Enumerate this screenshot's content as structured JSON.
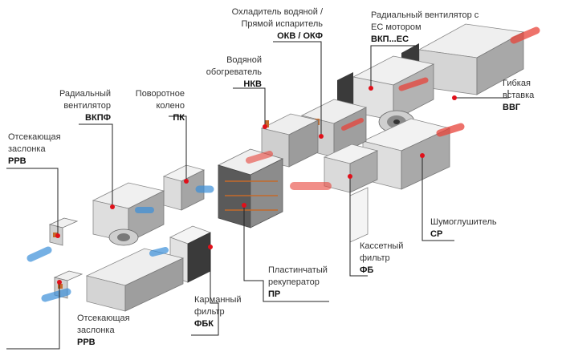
{
  "colors": {
    "airflow_warm": "#e8443a",
    "airflow_cool": "#3b8fd9",
    "marker": "#e0101a",
    "leader": "#222222",
    "duct_light": "#e4e4e4",
    "duct_shade": "#9a9a9a",
    "duct_dark": "#5a5a5a",
    "frame": "#2e2e2e"
  },
  "components": [
    {
      "key": "okv",
      "name_lines": [
        "Охладитель водяной /",
        "Прямой испаритель"
      ],
      "code": "ОКВ / ОКФ"
    },
    {
      "key": "vkp",
      "name_lines": [
        "Радиальный   вентилятор   с",
        "ЕС мотором"
      ],
      "code": "ВКП...ЕС"
    },
    {
      "key": "nkv",
      "name_lines": [
        "Водяной",
        "обогреватель"
      ],
      "code": "НКВ"
    },
    {
      "key": "vvg",
      "name_lines": [
        "Гибкая",
        "вставка"
      ],
      "code": "ВВГ"
    },
    {
      "key": "vkpf",
      "name_lines": [
        "Радиальный",
        "вентилятор"
      ],
      "code": "ВКПФ"
    },
    {
      "key": "pk",
      "name_lines": [
        "Поворотное",
        "колено"
      ],
      "code": "ПК"
    },
    {
      "key": "rrv_top",
      "name_lines": [
        "Отсекающая",
        "заслонка"
      ],
      "code": "РРВ"
    },
    {
      "key": "sp",
      "name_lines": [
        "Шумоглушитель"
      ],
      "code": "СР"
    },
    {
      "key": "fb",
      "name_lines": [
        "Кассетный",
        "фильтр"
      ],
      "code": "ФБ"
    },
    {
      "key": "pr",
      "name_lines": [
        "Пластинчатый",
        "рекуператор"
      ],
      "code": "ПР"
    },
    {
      "key": "fbk",
      "name_lines": [
        "Карманный",
        "фильтр"
      ],
      "code": "ФБК"
    },
    {
      "key": "rrv_bottom",
      "name_lines": [
        "Отсекающая",
        "заслонка"
      ],
      "code": "РРВ"
    }
  ]
}
